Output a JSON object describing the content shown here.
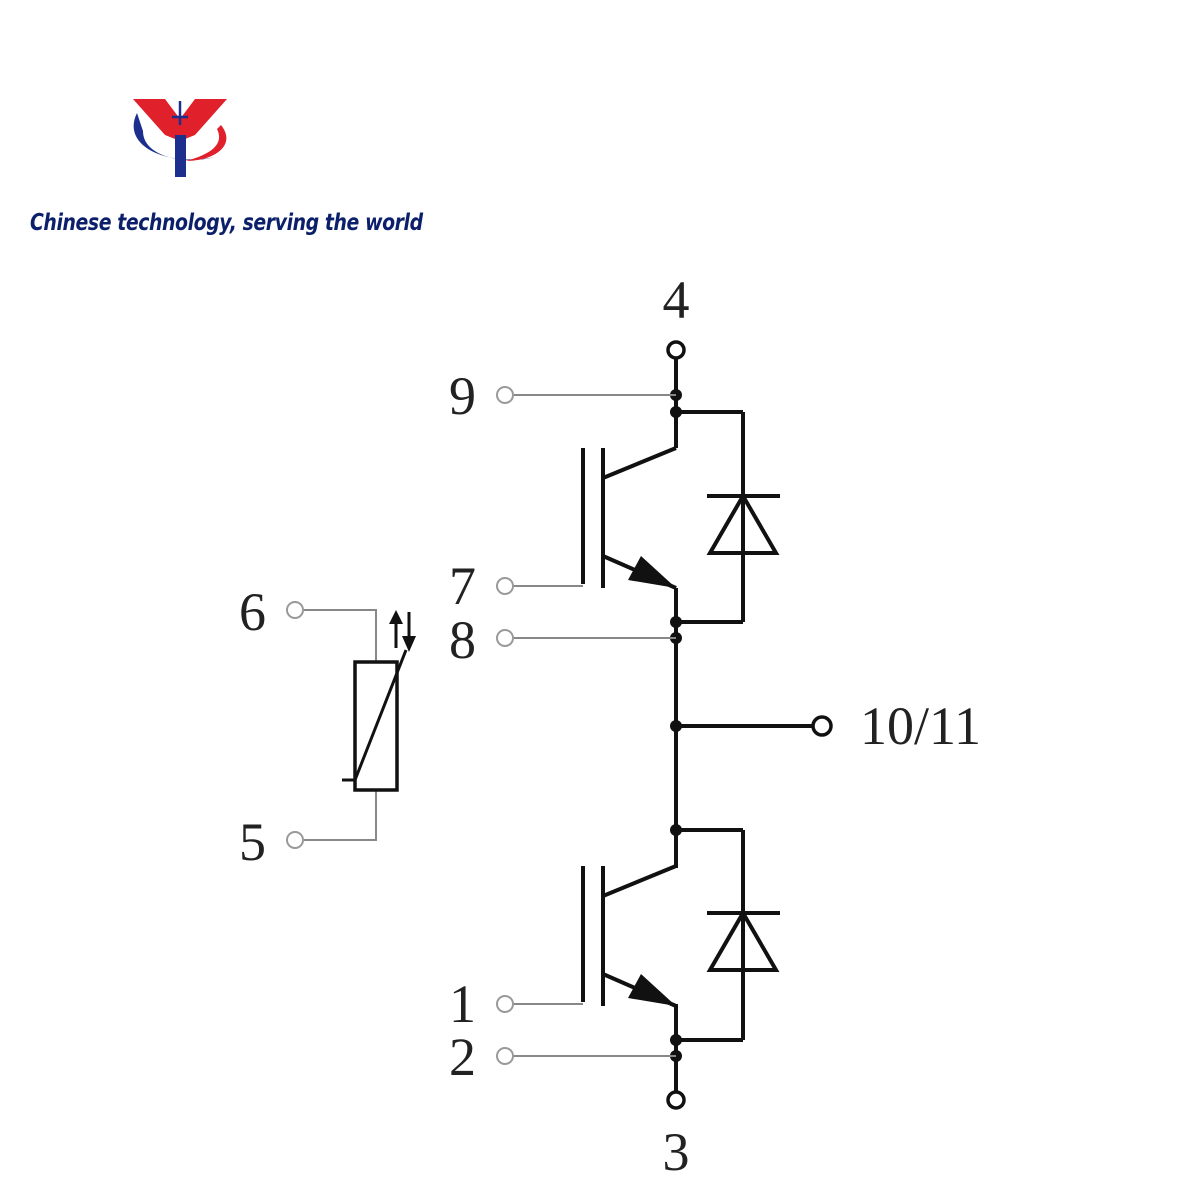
{
  "brand": {
    "tagline": "Chinese technology, serving the world",
    "colors": {
      "red": "#e0202a",
      "blue": "#1c2f8c",
      "tagline": "#0c1f6b"
    }
  },
  "schematic": {
    "pins": {
      "p4": "4",
      "p9": "9",
      "p7": "7",
      "p8": "8",
      "p6": "6",
      "p5": "5",
      "p1": "1",
      "p2": "2",
      "p3": "3",
      "p10_11": "10/11"
    }
  }
}
